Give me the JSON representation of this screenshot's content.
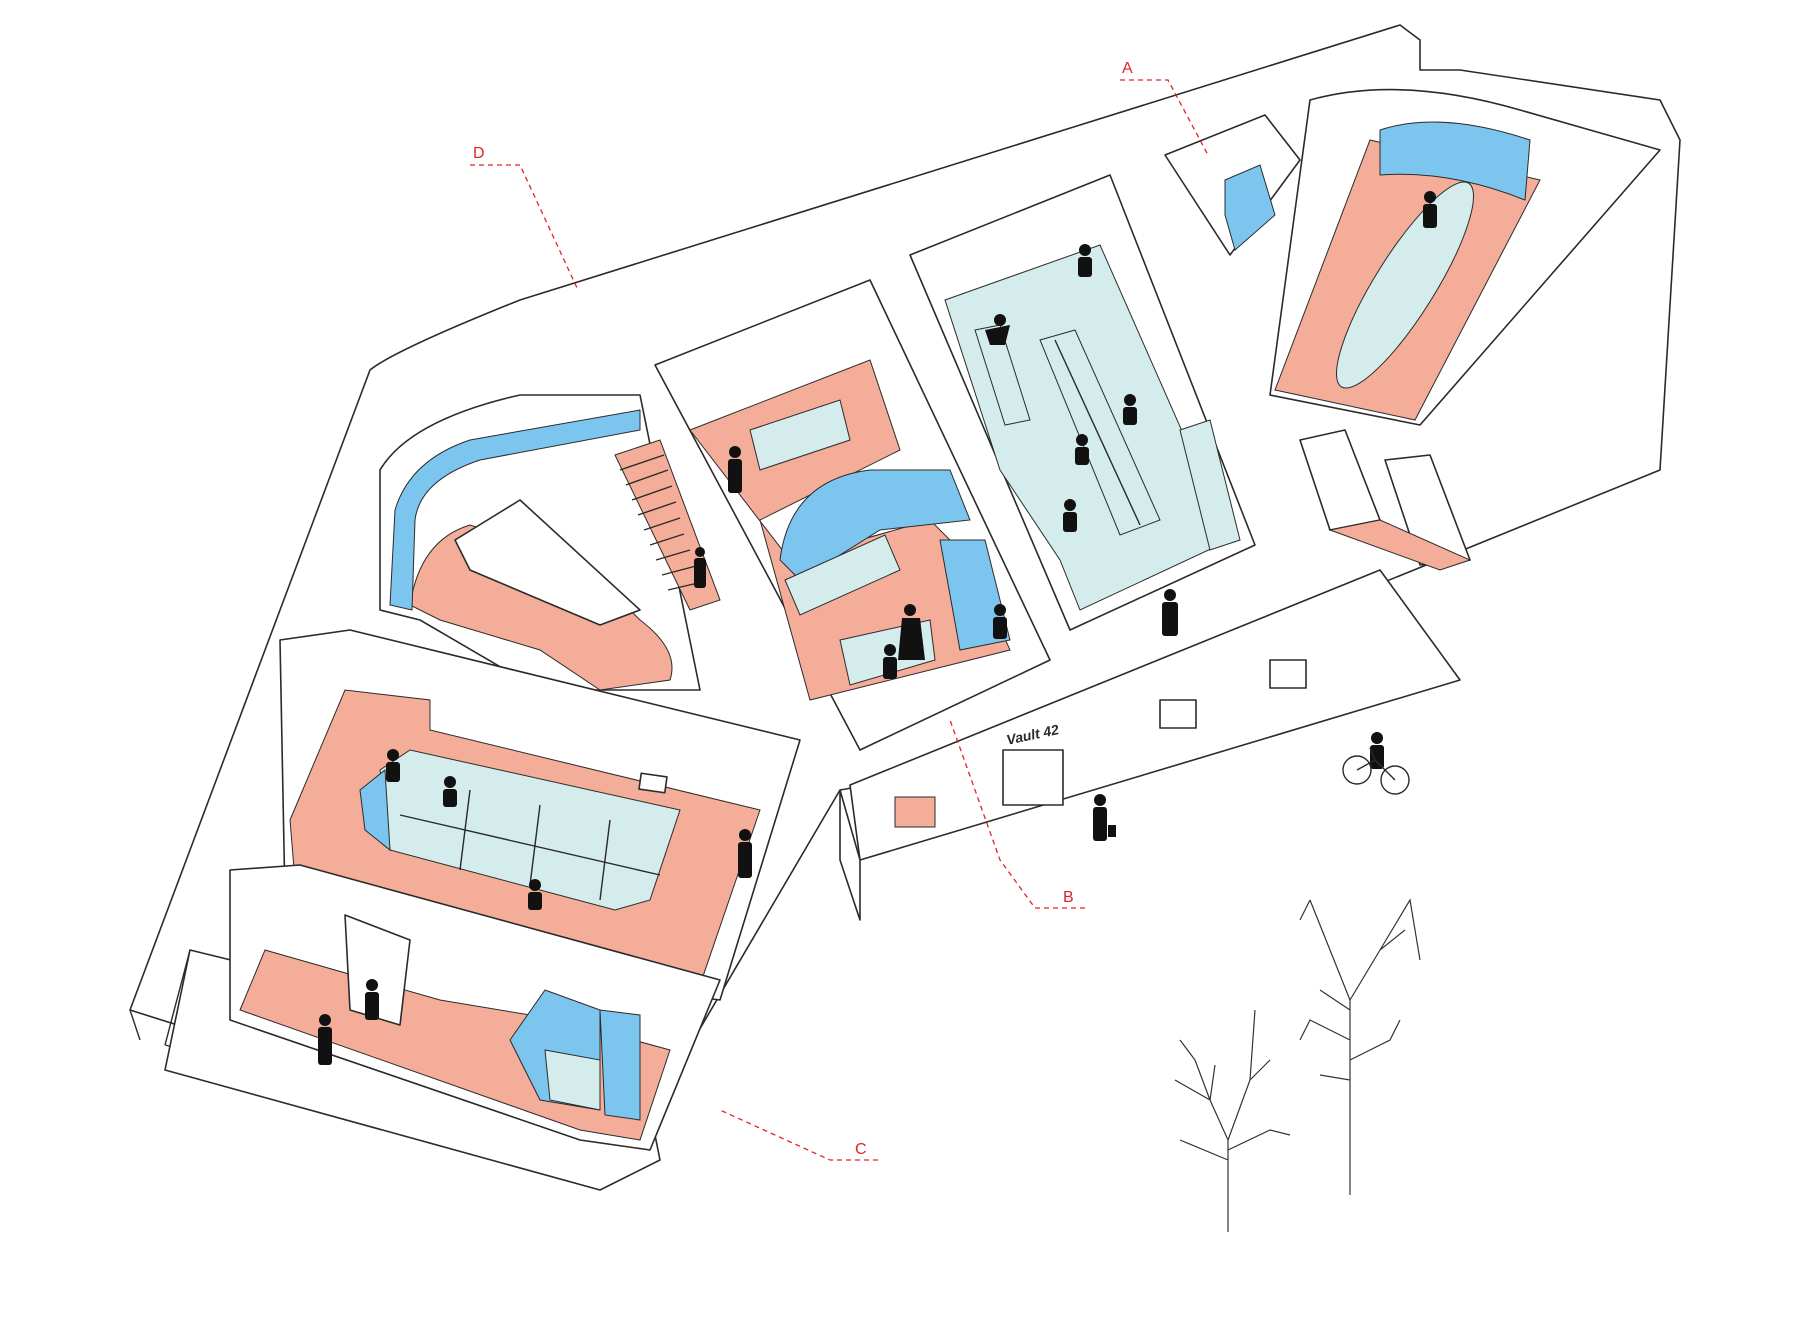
{
  "colors": {
    "salmon": "#f4ad98",
    "blue": "#7cc5ee",
    "pale_blue": "#d4ecec",
    "callout_red": "#e02424",
    "ink": "#2b2b2b"
  },
  "callouts": {
    "a": "A",
    "b": "B",
    "c": "C",
    "d": "D"
  },
  "sign": {
    "text": "Vault 42"
  }
}
